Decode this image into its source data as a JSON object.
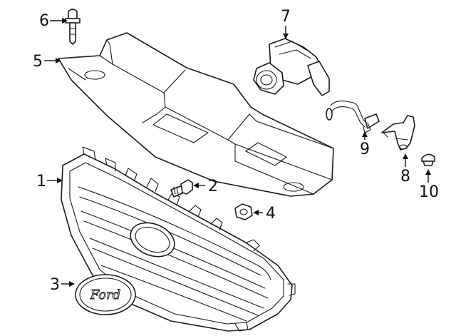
{
  "callouts": {
    "c1": "1",
    "c2": "2",
    "c3": "3",
    "c4": "4",
    "c5": "5",
    "c6": "6",
    "c7": "7",
    "c8": "8",
    "c9": "9",
    "c10": "10"
  },
  "emblem": {
    "text": "Ford"
  }
}
